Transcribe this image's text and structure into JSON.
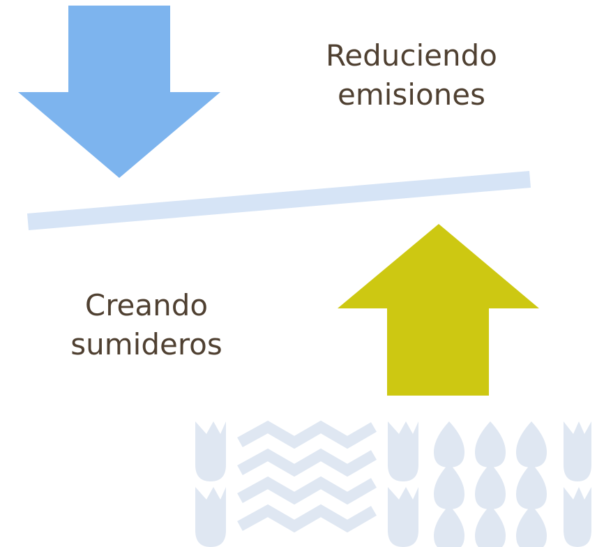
{
  "labels": {
    "top": [
      "Reduciendo",
      "emisiones"
    ],
    "bottom": [
      "Creando",
      "sumideros"
    ]
  },
  "colors": {
    "down_arrow": "#7db4ee",
    "up_arrow": "#cdc812",
    "balance_bar": "#d6e4f6",
    "pattern": "#dfe7f2",
    "text": "#4f4031"
  },
  "icons": {
    "down_arrow": "arrow-down-icon",
    "up_arrow": "arrow-up-icon",
    "pattern": "tulip-wave-drop-pattern"
  }
}
